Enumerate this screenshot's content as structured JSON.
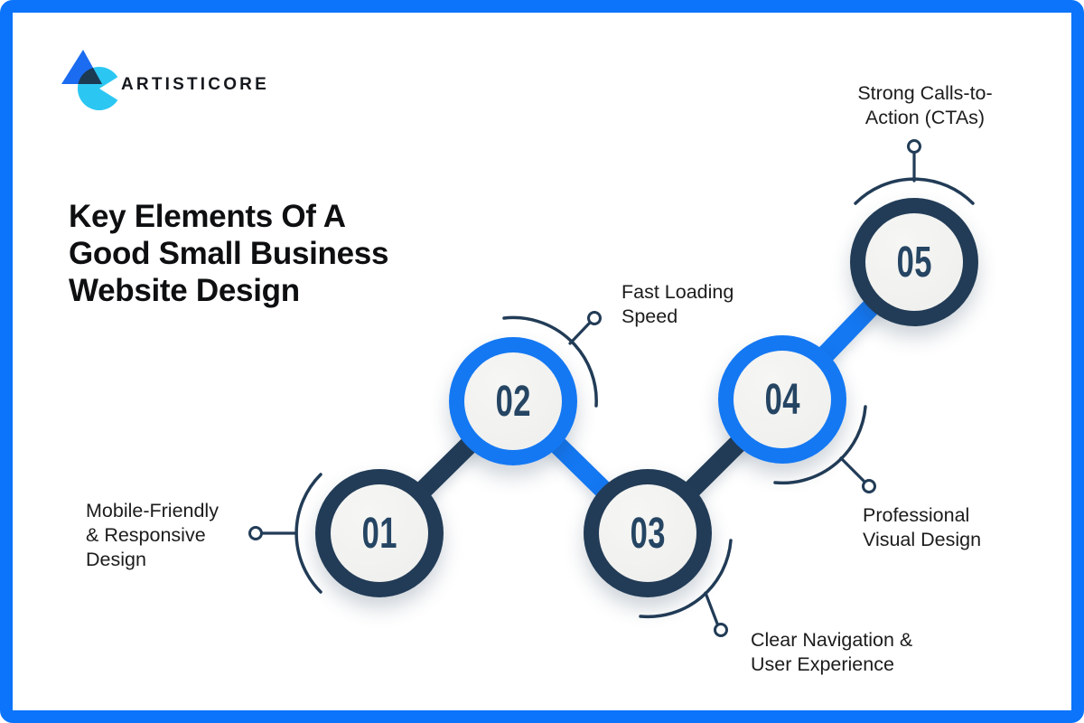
{
  "brand": {
    "name": "ARTISTICORE",
    "mark": "triangle-and-c-logo",
    "mark_colors": {
      "triangle": "#1b6cf0",
      "c_shape": "#2bc7f2",
      "overlap": "#1c3a52"
    }
  },
  "title": "Key Elements Of A\nGood Small Business\nWebsite Design",
  "palette": {
    "frame_blue": "#0b74fb",
    "accent_blue": "#1478f3",
    "navy": "#223c57",
    "circle_fill": "#f1f1ef",
    "text_dark": "#1c1c1c",
    "background": "#ffffff"
  },
  "steps": [
    {
      "number": "01",
      "label": "Mobile-Friendly\n& Responsive\nDesign",
      "accent": "navy"
    },
    {
      "number": "02",
      "label": "Fast Loading\nSpeed",
      "accent": "blue"
    },
    {
      "number": "03",
      "label": "Clear Navigation &\nUser Experience",
      "accent": "navy"
    },
    {
      "number": "04",
      "label": "Professional\nVisual Design",
      "accent": "blue"
    },
    {
      "number": "05",
      "label": "Strong Calls-to-\nAction (CTAs)",
      "accent": "navy"
    }
  ]
}
